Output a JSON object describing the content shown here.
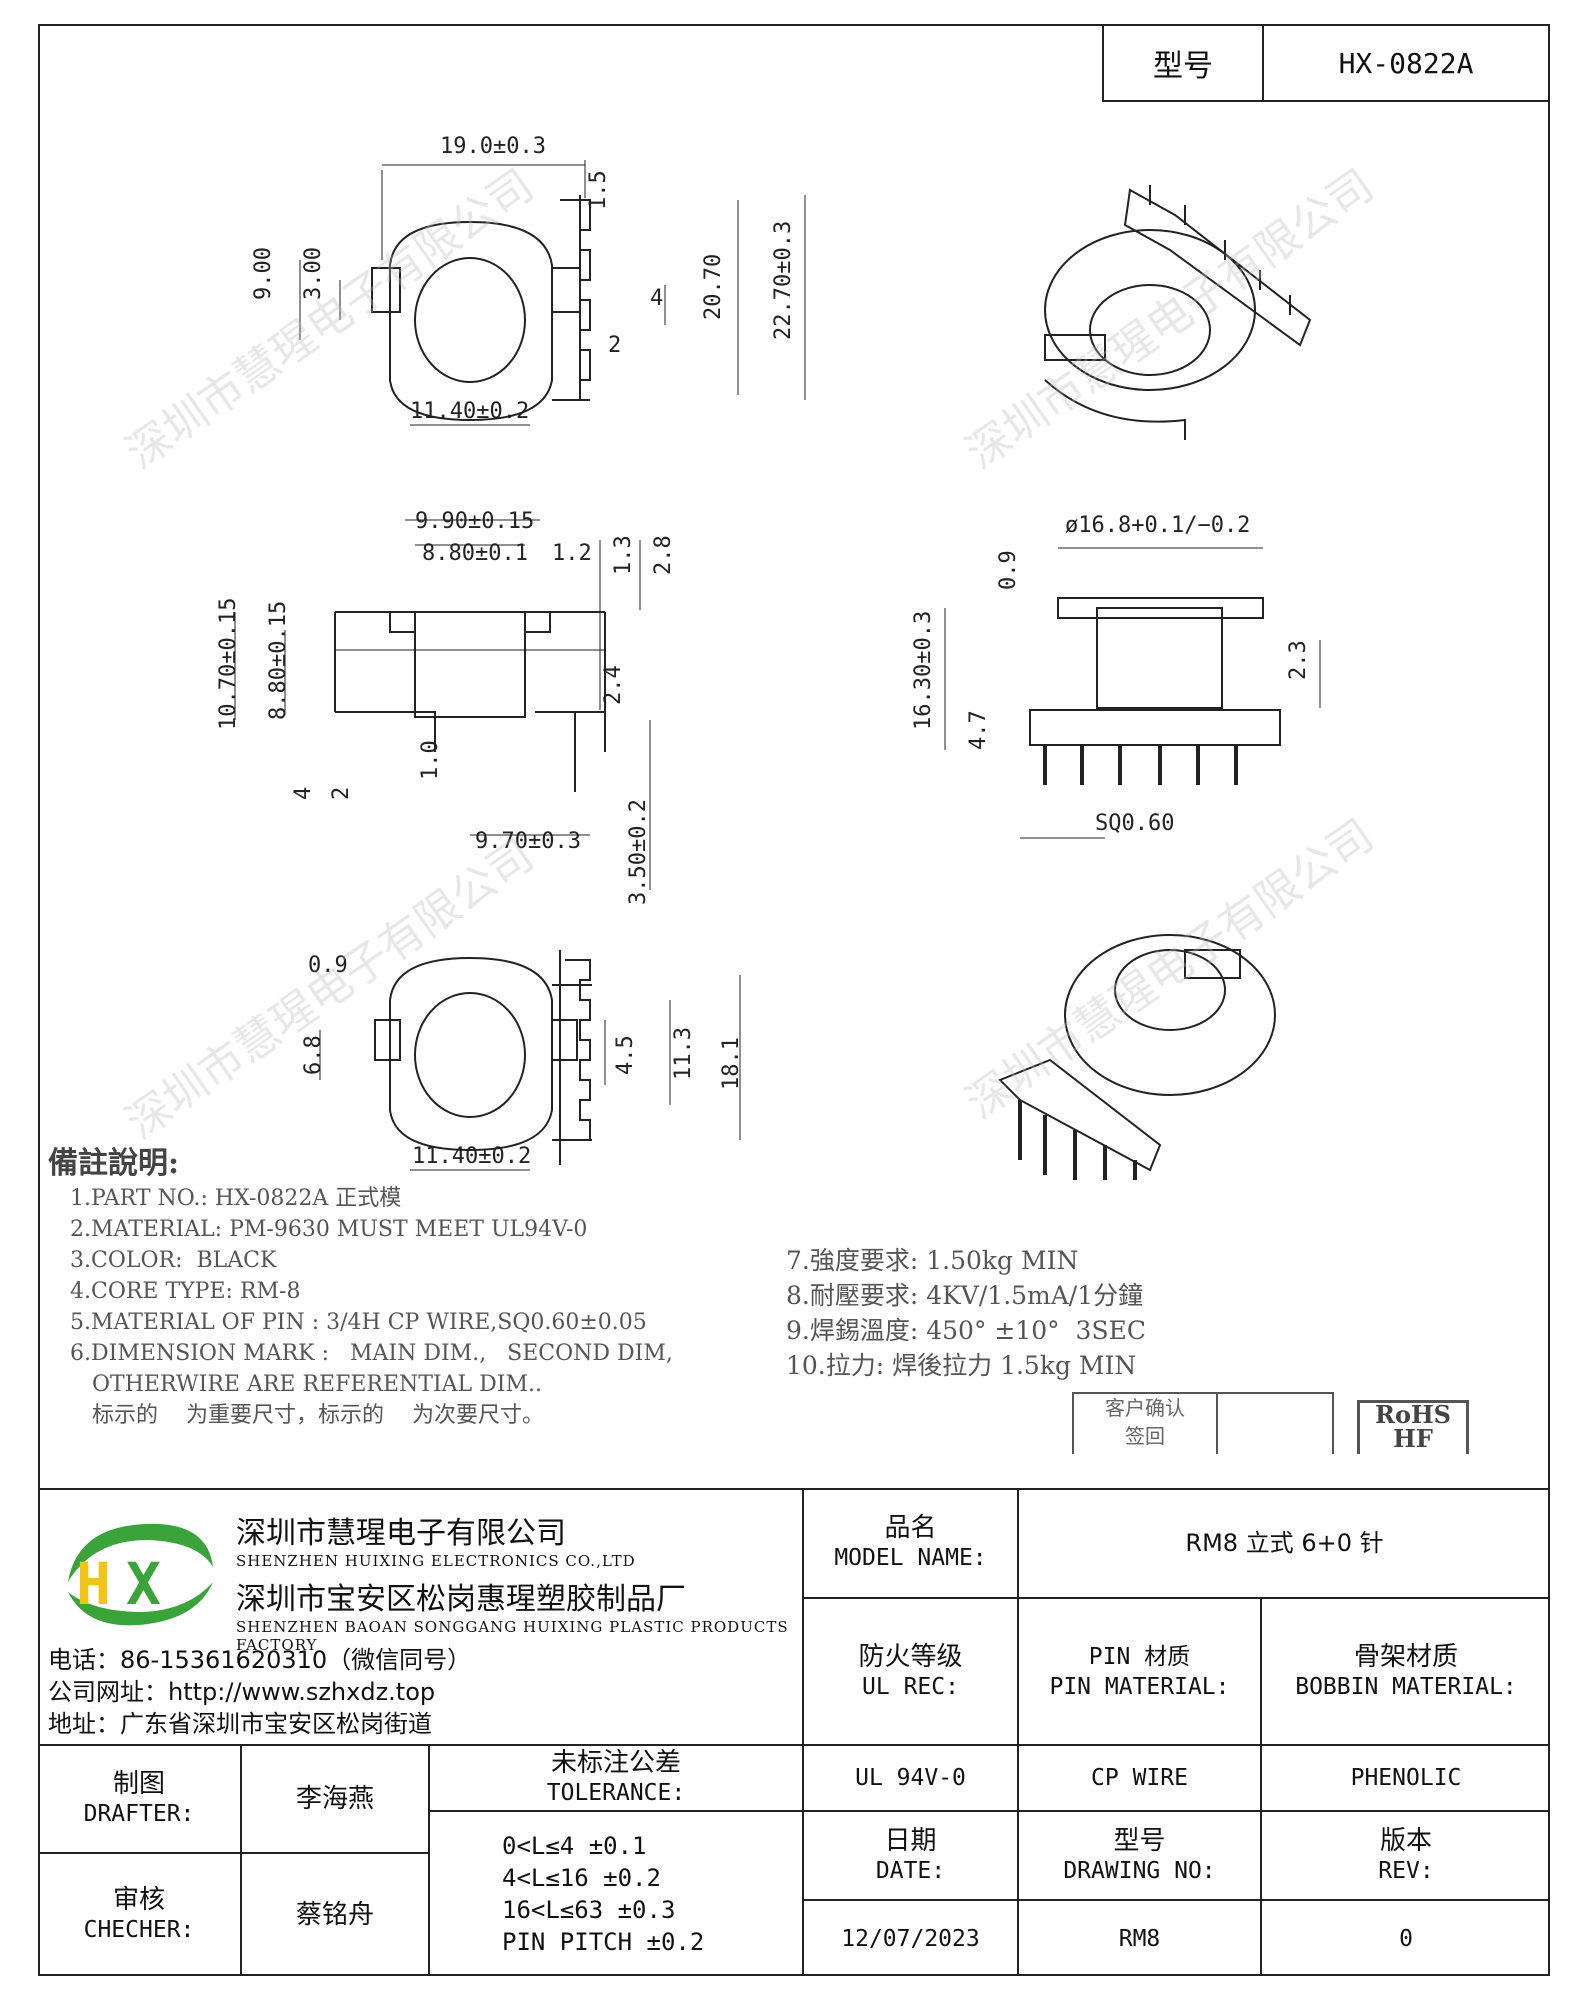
{
  "header": {
    "model_label": "型号",
    "model_value": "HX-0822A"
  },
  "dimensions": {
    "top_view": [
      "19.0±0.3",
      "9.00",
      "3.00",
      "1.5",
      "4",
      "2",
      "20.70",
      "22.70±0.3",
      "11.40±0.2"
    ],
    "side_view": [
      "9.90±0.15",
      "8.80±0.1",
      "1.2",
      "1.3",
      "2.8",
      "10.70±0.15",
      "8.80±0.15",
      "2.4",
      "4",
      "2",
      "1.0",
      "9.70±0.3",
      "3.50±0.2"
    ],
    "front_view": [
      "ø16.8+0.1/−0.2",
      "0.9",
      "16.30±0.3",
      "4.7",
      "2.3",
      "SQ0.60"
    ],
    "bottom_view": [
      "0.9",
      "6.8",
      "4.5",
      "11.3",
      "18.1",
      "11.40±0.2"
    ]
  },
  "notes": {
    "heading": "備註說明:",
    "items": [
      "1.PART NO.: HX-0822A 正式模",
      "2.MATERIAL: PM-9630 MUST MEET UL94V-0",
      "3.COLOR:  BLACK",
      "4.CORE TYPE: RM-8",
      "5.MATERIAL OF PIN : 3/4H CP WIRE,SQ0.60±0.05",
      "6.DIMENSION MARK :   MAIN DIM.,   SECOND DIM,",
      "OTHERWIRE ARE REFERENTIAL DIM..",
      "标示的    为重要尺寸，标示的    为次要尺寸。"
    ],
    "items2": [
      "7.強度要求: 1.50kg MIN",
      "8.耐壓要求: 4KV/1.5mA/1分鐘",
      "9.焊錫溫度: 450° ±10°  3SEC",
      "10.拉力: 焊後拉力 1.5kg MIN"
    ],
    "customer_confirm": [
      "客户确认",
      "签回"
    ],
    "rohs": [
      "RoHS",
      "HF"
    ]
  },
  "company": {
    "name_cn_1": "深圳市慧瑆电子有限公司",
    "name_en_1": "SHENZHEN HUIXING ELECTRONICS CO.,LTD",
    "name_cn_2": "深圳市宝安区松岗惠瑆塑胶制品厂",
    "name_en_2": "SHENZHEN BAOAN SONGGANG HUIXING PLASTIC PRODUCTS FACTORY",
    "phone": "电话：86-15361620310（微信同号）",
    "website": "公司网址：http://www.szhxdz.top",
    "address": "地址：广东省深圳市宝安区松岗街道",
    "logo_text": "HX",
    "watermark": "深圳市慧瑆电子有限公司"
  },
  "title_block": {
    "model_name_cn": "品名",
    "model_name_en": "MODEL NAME:",
    "model_name_value": "RM8 立式 6+0 针",
    "ul_rec_cn": "防火等级",
    "ul_rec_en": "UL REC:",
    "pin_material_cn": "PIN 材质",
    "pin_material_en": "PIN MATERIAL:",
    "bobbin_material_cn": "骨架材质",
    "bobbin_material_en": "BOBBIN MATERIAL:",
    "ul_value": "UL 94V-0",
    "pin_value": "CP WIRE",
    "bobbin_value": "PHENOLIC",
    "date_cn": "日期",
    "date_en": "DATE:",
    "drawing_no_cn": "型号",
    "drawing_no_en": "DRAWING NO:",
    "rev_cn": "版本",
    "rev_en": "REV:",
    "date_value": "12/07/2023",
    "drawing_no_value": "RM8",
    "rev_value": "0",
    "drafter_cn": "制图",
    "drafter_en": "DRAFTER:",
    "drafter_value": "李海燕",
    "checker_cn": "审核",
    "checker_en": "CHECHER:",
    "checker_value": "蔡铭舟",
    "tolerance_cn": "未标注公差",
    "tolerance_en": "TOLERANCE:",
    "tolerance_lines": [
      "0<L≤4  ±0.1",
      "4<L≤16 ±0.2",
      "16<L≤63 ±0.3",
      "PIN PITCH ±0.2"
    ]
  },
  "colors": {
    "logo_green": "#3aa33a",
    "logo_yellow": "#f2c416",
    "line": "#222222"
  }
}
